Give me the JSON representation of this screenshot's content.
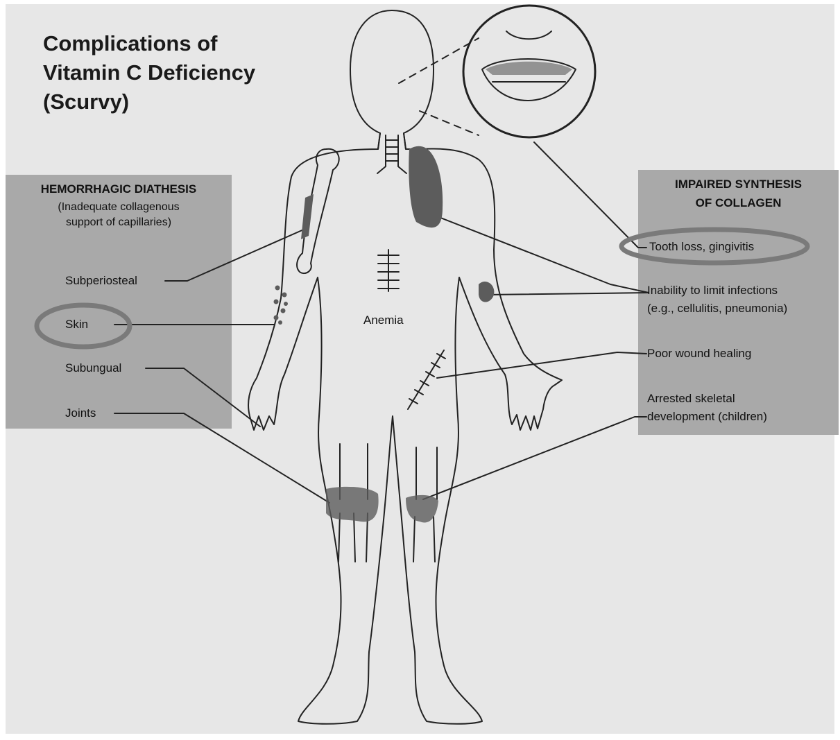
{
  "title": "Complications of\nVitamin C Deficiency\n (Scurvy)",
  "left_panel": {
    "heading": "HEMORRHAGIC DIATHESIS",
    "subheading": "(Inadequate collagenous\nsupport of capillaries)",
    "items": [
      "Subperiosteal",
      "Skin",
      "Subungual",
      "Joints"
    ]
  },
  "right_panel": {
    "heading": "IMPAIRED SYNTHESIS\nOF COLLAGEN",
    "items": [
      "Tooth loss, gingivitis",
      "Inability to limit infections\n(e.g., cellulitis, pneumonia)",
      "Poor wound healing",
      "Arrested skeletal\ndevelopment (children)"
    ]
  },
  "center_label": "Anemia",
  "colors": {
    "background": "#e7e7e7",
    "panel": "#a9a9a9",
    "highlight_ring": "#7a7a7a",
    "lesion": "#5c5c5c",
    "outline": "#222222"
  },
  "highlighted_items": [
    "Skin",
    "Tooth loss, gingivitis"
  ]
}
